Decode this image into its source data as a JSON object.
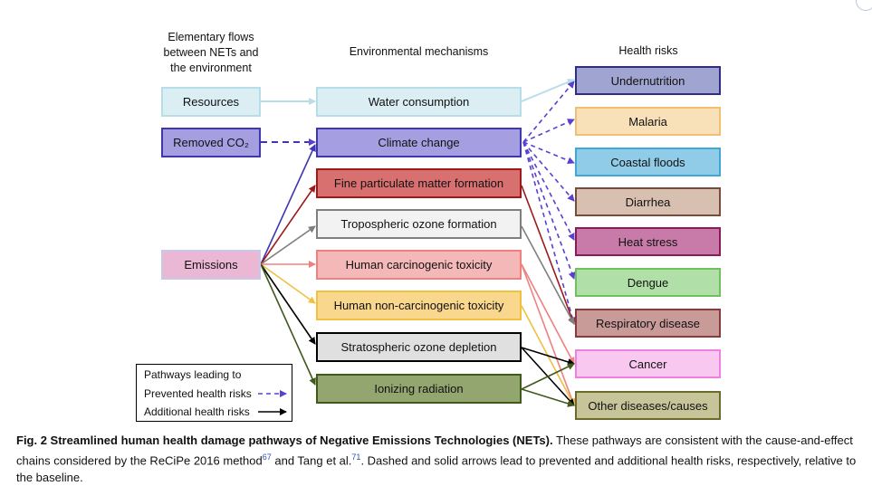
{
  "headers": {
    "col1_lines": [
      "Elementary flows",
      "between NETs and",
      "the environment"
    ],
    "col2": "Environmental mechanisms",
    "col3": "Health risks"
  },
  "flows": [
    {
      "label": "Resources",
      "fill": "#daeef3",
      "stroke": "#b7dde8"
    },
    {
      "label": "Removed CO₂",
      "fill": "#a59ee0",
      "stroke": "#3f36b0"
    },
    {
      "label": "Emissions",
      "fill": "#eab8d4",
      "stroke": "#c8c8e8"
    }
  ],
  "mechanisms": [
    {
      "label": "Water consumption",
      "fill": "#daeef3",
      "stroke": "#b7dde8"
    },
    {
      "label": "Climate change",
      "fill": "#a59ee0",
      "stroke": "#3f36b0"
    },
    {
      "label": "Fine particulate matter formation",
      "fill": "#d97070",
      "stroke": "#9e1a1a"
    },
    {
      "label": "Tropospheric ozone formation",
      "fill": "#f2f2f2",
      "stroke": "#7f7f7f"
    },
    {
      "label": "Human carcinogenic toxicity",
      "fill": "#f5b8b8",
      "stroke": "#f08080"
    },
    {
      "label": "Human non-carcinogenic toxicity",
      "fill": "#f9d88e",
      "stroke": "#f0c040"
    },
    {
      "label": "Stratospheric ozone depletion",
      "fill": "#e0e0e0",
      "stroke": "#000000"
    },
    {
      "label": "Ionizing radiation",
      "fill": "#93a66f",
      "stroke": "#3f5a1a"
    }
  ],
  "risks": [
    {
      "label": "Undernutrition",
      "fill": "#a0a4d0",
      "stroke": "#2e2e8a"
    },
    {
      "label": "Malaria",
      "fill": "#f8e0b8",
      "stroke": "#f0c070"
    },
    {
      "label": "Coastal floods",
      "fill": "#90cce8",
      "stroke": "#40a8d8"
    },
    {
      "label": "Diarrhea",
      "fill": "#d8c0b0",
      "stroke": "#7a4a3a"
    },
    {
      "label": "Heat stress",
      "fill": "#c87aa8",
      "stroke": "#8a1a5a"
    },
    {
      "label": "Dengue",
      "fill": "#b0e0a8",
      "stroke": "#70c060"
    },
    {
      "label": "Respiratory disease",
      "fill": "#c89a98",
      "stroke": "#8a3a3a"
    },
    {
      "label": "Cancer",
      "fill": "#f8c8f0",
      "stroke": "#f080e0"
    },
    {
      "label": "Other diseases/causes",
      "fill": "#c8c49a",
      "stroke": "#6a6a2a"
    }
  ],
  "legend": {
    "title": "Pathways leading to",
    "prevented": "Prevented health risks",
    "additional": "Additional health risks"
  },
  "caption": {
    "bold": "Fig. 2 Streamlined human health damage pathways of Negative Emissions Technologies (NETs).",
    "text1": " These pathways are consistent with the cause-and-effect chains considered by the ReCiPe 2016 method",
    "ref1": "67",
    "text2": " and Tang et al.",
    "ref2": "71",
    "text3": ".  Dashed and solid arrows lead to prevented and additional health risks, respectively, relative to the baseline."
  },
  "colors": {
    "dashed_arrow": "#5a3fd0",
    "solid_arrow": "#000000",
    "resources_arrow": "#b7dde8"
  }
}
